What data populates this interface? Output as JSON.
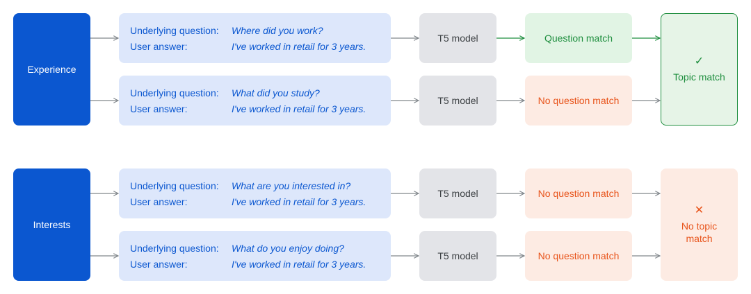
{
  "groups": [
    {
      "topic": "Experience",
      "rows": [
        {
          "q_label": "Underlying question:",
          "q_value": "Where did you work?",
          "a_label": "User answer:",
          "a_value": "I've worked in retail for 3 years.",
          "model": "T5 model",
          "result": "Question match"
        },
        {
          "q_label": "Underlying question:",
          "q_value": "What did you study?",
          "a_label": "User answer:",
          "a_value": "I've worked in retail for 3 years.",
          "model": "T5 model",
          "result": "No question match"
        }
      ],
      "final": {
        "symbol": "✓",
        "text": "Topic match"
      }
    },
    {
      "topic": "Interests",
      "rows": [
        {
          "q_label": "Underlying question:",
          "q_value": "What are you interested in?",
          "a_label": "User answer:",
          "a_value": "I've worked in retail for 3 years.",
          "model": "T5 model",
          "result": "No question match"
        },
        {
          "q_label": "Underlying question:",
          "q_value": "What do you enjoy doing?",
          "a_label": "User answer:",
          "a_value": "I've worked in retail for 3 years.",
          "model": "T5 model",
          "result": "No question match"
        }
      ],
      "final": {
        "symbol": "✕",
        "text": "No topic match"
      }
    }
  ],
  "colors": {
    "topic_blue": "#0b57d0",
    "match_green": "#1e8e3e",
    "nomatch_orange": "#e8541b",
    "arrow_gray": "#80868b"
  }
}
